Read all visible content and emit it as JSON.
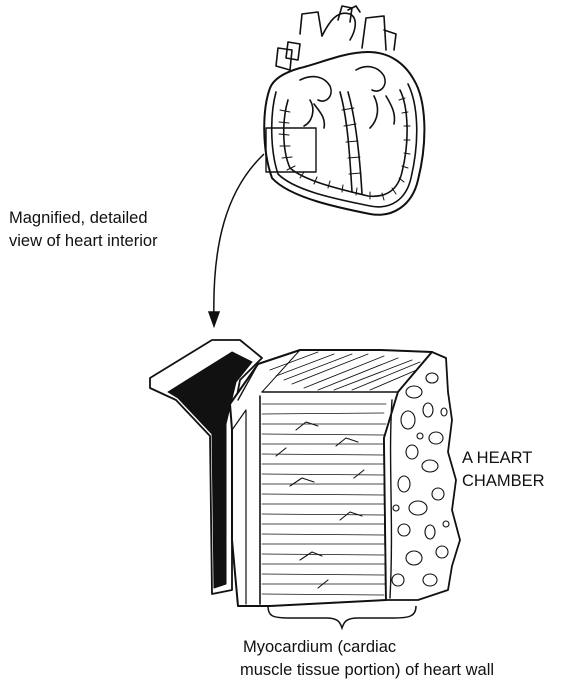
{
  "labels": {
    "magnified_line1": "Magnified, detailed",
    "magnified_line2": "view of heart interior",
    "chamber_line1": "A HEART",
    "chamber_line2": "CHAMBER",
    "myocardium_line1": "Myocardium (cardiac",
    "myocardium_line2": "muscle tissue portion) of heart wall"
  },
  "colors": {
    "ink": "#111111",
    "paper": "#ffffff"
  }
}
